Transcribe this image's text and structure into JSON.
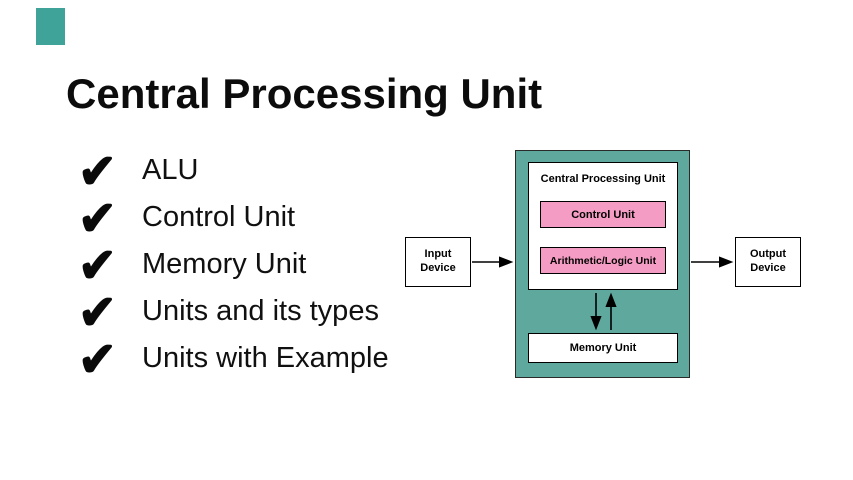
{
  "title": "Central Processing Unit",
  "check_icon": "✔",
  "bullets": [
    {
      "label": "ALU"
    },
    {
      "label": "Control Unit"
    },
    {
      "label": "Memory Unit"
    },
    {
      "label": "Units and its types"
    },
    {
      "label": "Units with Example"
    }
  ],
  "diagram": {
    "cpu_container_label": "Central Processing Unit",
    "control_unit_label": "Control Unit",
    "alu_label": "Arithmetic/Logic Unit",
    "memory_label": "Memory Unit",
    "input_label": "Input Device",
    "output_label": "Output Device",
    "colors": {
      "corner": "#3fa39a",
      "cpu_background": "#5ea89e",
      "unit_pink": "#f49cc3",
      "border": "#000000"
    }
  }
}
